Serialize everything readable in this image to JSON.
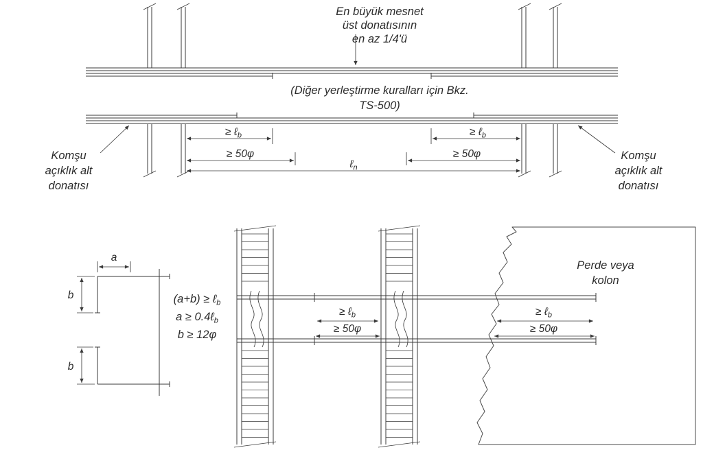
{
  "top_diagram": {
    "support_note": [
      "En büyük mesnet",
      "üst donatısının",
      "en az 1/4'ü"
    ],
    "beam_note": [
      "(Diğer yerleştirme kuralları için Bkz.",
      "TS-500)"
    ],
    "left_label": [
      "Komşu",
      "açıklık alt",
      "donatısı"
    ],
    "right_label": [
      "Komşu",
      "açıklık alt",
      "donatısı"
    ],
    "dim_lb": {
      "prefix": "≥ ℓ",
      "sub": "b"
    },
    "dim_50phi": "≥ 50φ",
    "dim_ln": {
      "prefix": "ℓ",
      "sub": "n"
    }
  },
  "hook_detail": {
    "dim_a": "a",
    "dim_b": "b",
    "formula_ab": {
      "prefix": "(a+b) ≥ ℓ",
      "sub": "b"
    },
    "formula_a": {
      "prefix": "a ≥ 0.4ℓ",
      "sub": "b"
    },
    "formula_b": {
      "prefix": "b ≥ 12φ",
      "sub": ""
    }
  },
  "bottom_diagram": {
    "wall_label": [
      "Perde veya",
      "kolon"
    ],
    "dim_lb": {
      "prefix": "≥ ℓ",
      "sub": "b"
    },
    "dim_50phi": "≥ 50φ"
  }
}
